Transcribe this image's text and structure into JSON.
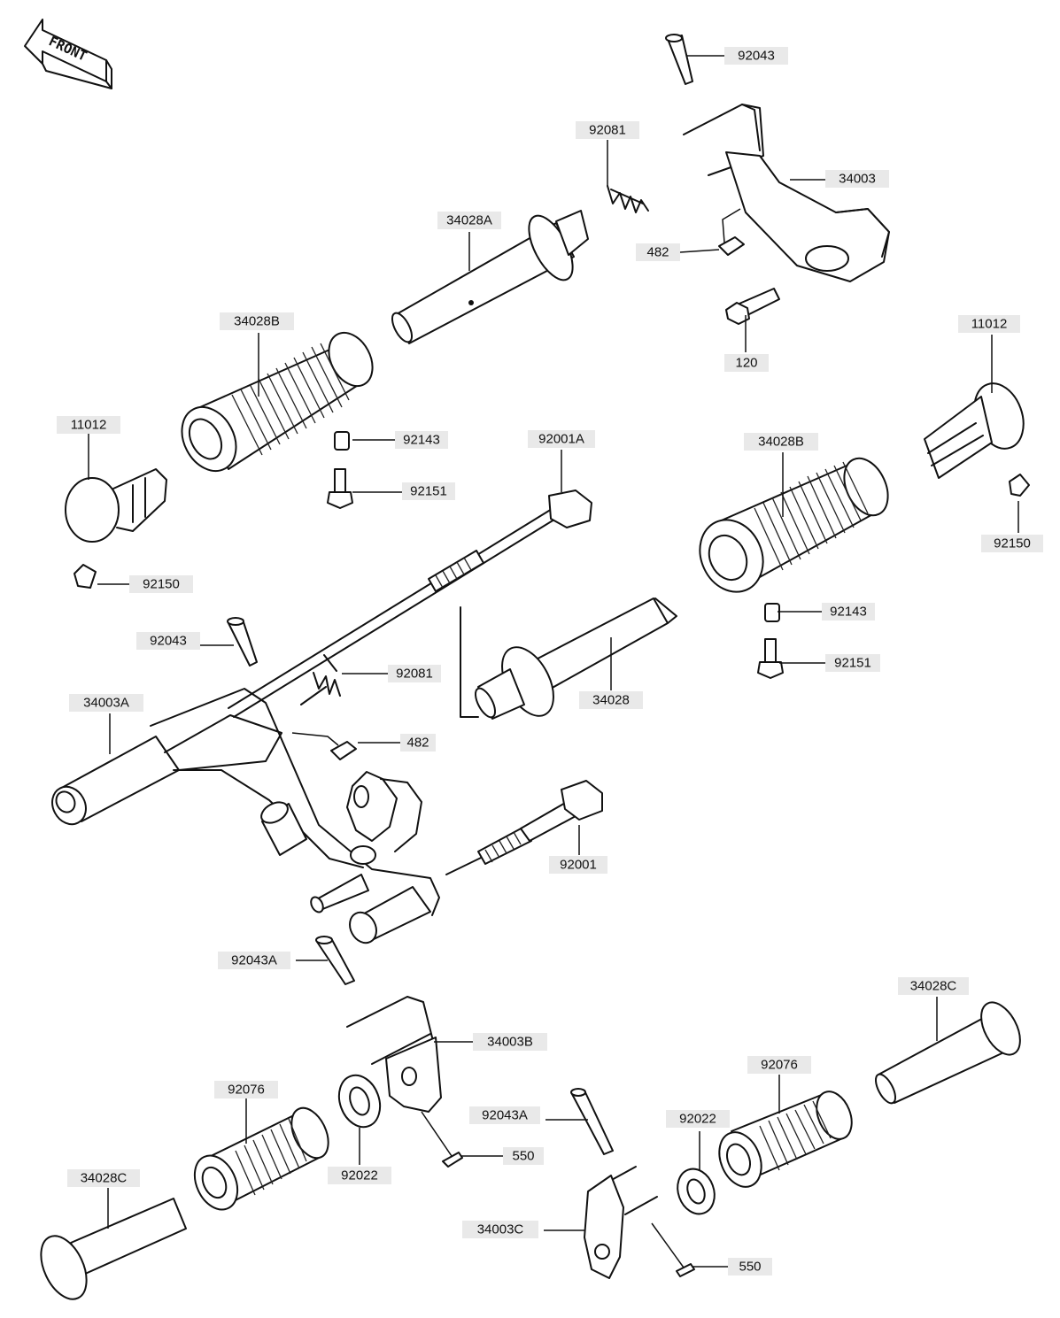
{
  "front_badge": {
    "text": "FRONT",
    "icon": "front-arrow-icon"
  },
  "labels": {
    "p92043_top": "92043",
    "p92081_top": "92081",
    "p34003": "34003",
    "p34028A": "34028A",
    "p482_top": "482",
    "p120": "120",
    "p34028B_left": "34028B",
    "p11012_right": "11012",
    "p11012_left": "11012",
    "p92143_left": "92143",
    "p92001A": "92001A",
    "p34028B_right": "34028B",
    "p92151_left": "92151",
    "p92150_right": "92150",
    "p92150_left": "92150",
    "p92143_right": "92143",
    "p92043_mid": "92043",
    "p92151_right": "92151",
    "p92081_mid": "92081",
    "p34003A": "34003A",
    "p34028": "34028",
    "p482_mid": "482",
    "p92001": "92001",
    "p92043A_left": "92043A",
    "p34028C_right": "34028C",
    "p34003B": "34003B",
    "p92076_left": "92076",
    "p92076_right": "92076",
    "p92043A_right": "92043A",
    "p92022_right": "92022",
    "p550_left": "550",
    "p92022_left": "92022",
    "p34028C_left": "34028C",
    "p34003C": "34003C",
    "p550_right": "550"
  }
}
